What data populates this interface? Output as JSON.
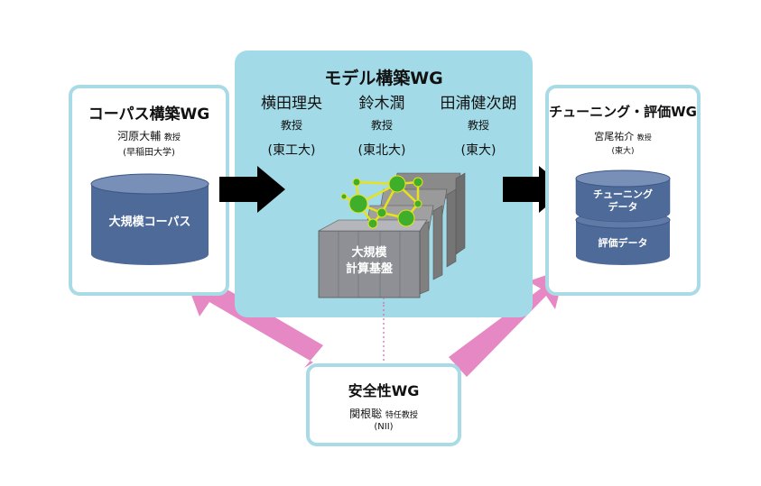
{
  "colors": {
    "box_border": "#a9dbe6",
    "center_fill": "#a2dbe7",
    "pink_arrow": "#e27bbe",
    "black_arrow": "#000000",
    "cylinder_fill": "#4d6a99",
    "node_green": "#3fae2a",
    "edge_yellow": "#e8e21a"
  },
  "corpus_wg": {
    "title": "コーパス構築WG",
    "person": "河原大輔",
    "person_role": "教授",
    "affiliation": "(早稲田大学)",
    "cylinder_label": "大規模コーパス"
  },
  "model_wg": {
    "title": "モデル構築WG",
    "members": [
      {
        "name": "横田理央",
        "role": "教授",
        "affiliation": "(東工大)"
      },
      {
        "name": "鈴木潤",
        "role": "教授",
        "affiliation": "(東北大)"
      },
      {
        "name": "田浦健次朗",
        "role": "教授",
        "affiliation": "(東大)"
      }
    ],
    "infra_label_line1": "大規模",
    "infra_label_line2": "計算基盤"
  },
  "tuning_wg": {
    "title": "チューニング・評価WG",
    "person": "宮尾祐介",
    "person_role": "教授",
    "affiliation": "(東大)",
    "cylinder_top_line1": "チューニング",
    "cylinder_top_line2": "データ",
    "cylinder_bottom_label": "評価データ"
  },
  "safety_wg": {
    "title": "安全性WG",
    "person": "関根聡",
    "person_role": "特任教授",
    "affiliation": "(NII)"
  }
}
